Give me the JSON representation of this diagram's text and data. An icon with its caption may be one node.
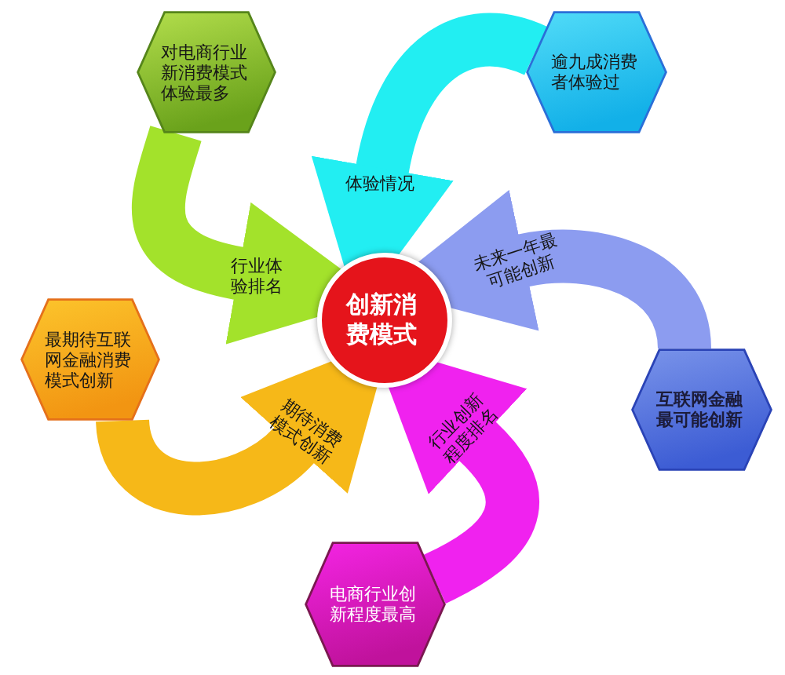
{
  "diagram": {
    "nodes": [
      {
        "text": [
          "对电商行业新消费模式体验最多"
        ]
      },
      {
        "text": [
          "逾九成消费者体验过"
        ]
      },
      {
        "text": [
          "最期待互联网金融消费模式创新"
        ]
      },
      {
        "text": [
          "创新消费模式"
        ]
      },
      {
        "text": [
          "互联网金融最可能创新"
        ]
      },
      {
        "text": [
          "电商行业创新程度最高"
        ]
      }
    ],
    "edges": [
      {
        "from": 0,
        "to": 3,
        "arrow": "to",
        "label": "行业体验排名",
        "color": "#a3e22b"
      },
      {
        "from": 1,
        "to": 3,
        "arrow": "to",
        "label": "体验情况",
        "color": "#22eef2"
      },
      {
        "from": 4,
        "to": 3,
        "arrow": "to",
        "label": "未来一年最可能创新",
        "color": "#8c9cf0"
      },
      {
        "from": 2,
        "to": 3,
        "arrow": "to",
        "label": "期待消费模式创新",
        "color": "#f6b818"
      },
      {
        "from": 5,
        "to": 3,
        "arrow": "to",
        "label": "行业创新程度排名",
        "color": "#f022ef"
      }
    ]
  }
}
